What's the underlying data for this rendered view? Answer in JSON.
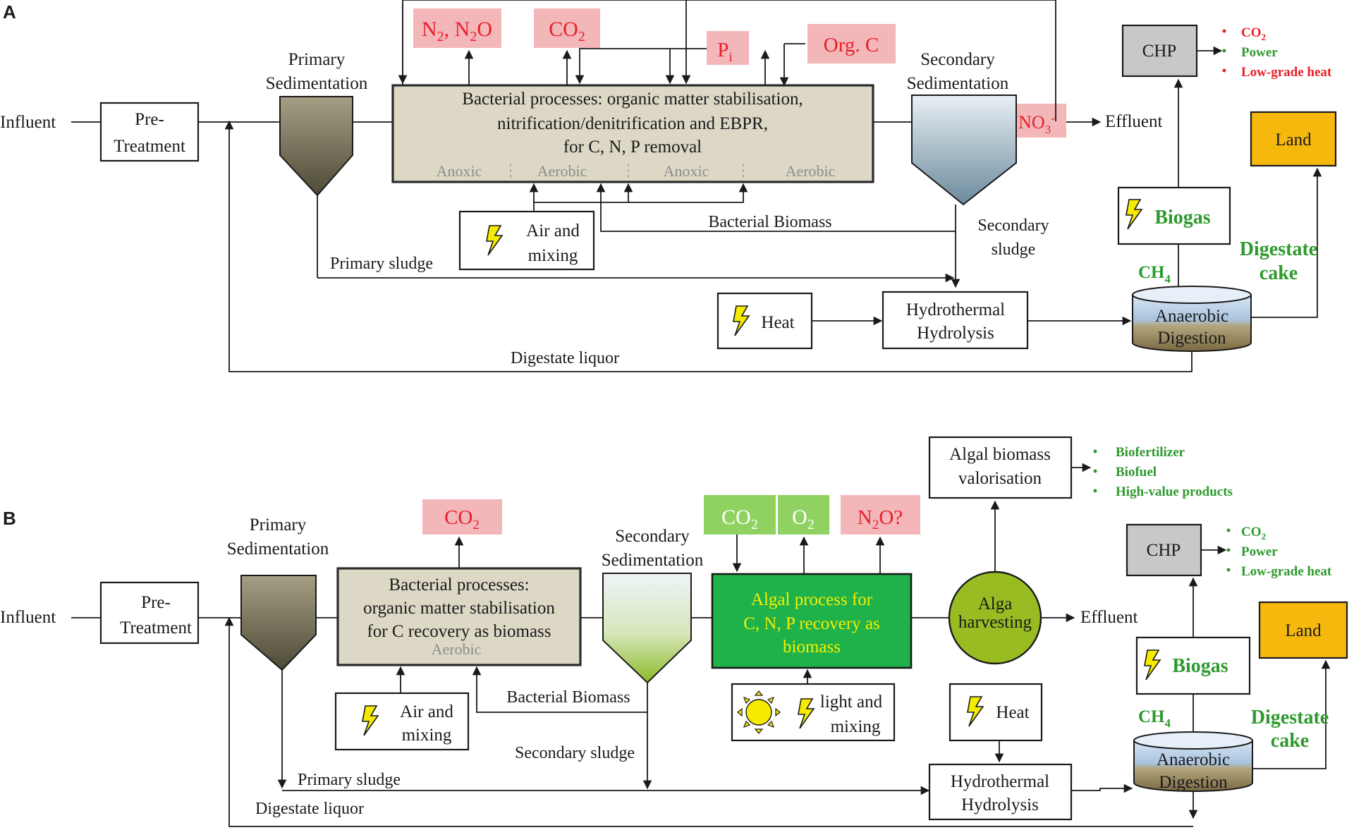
{
  "panels": {
    "a": "A",
    "b": "B"
  },
  "top": {
    "influent": "Influent",
    "pretreat": [
      "Pre-",
      "Treatment"
    ],
    "primary_sed": [
      "Primary",
      "Sedimentation"
    ],
    "bact": [
      "Bacterial processes: organic matter stabilisation,",
      "nitrification/denitrification and EBPR,",
      "for C, N, P removal"
    ],
    "zones": [
      "Anoxic",
      "Aerobic",
      "Anoxic",
      "Aerobic"
    ],
    "gases": {
      "n2_a": "N",
      "n2_b": "2",
      "n2_c": ", N",
      "n2_d": "2",
      "n2_e": "O",
      "co2_a": "CO",
      "co2_b": "2",
      "pi_a": "P",
      "pi_b": "i",
      "orgc": "Org. C",
      "no3_a": "NO",
      "no3_b": "3",
      "no3_c": "-"
    },
    "secondary_sed": [
      "Secondary",
      "Sedimentation"
    ],
    "effluent": "Effluent",
    "chp": "CHP",
    "outputs": [
      "CO",
      "2",
      "Power",
      "Low-grade heat"
    ],
    "land": "Land",
    "biogas": "Biogas",
    "ch4": [
      "CH",
      "4"
    ],
    "digestate_cake": [
      "Digestate",
      "cake"
    ],
    "air_mixing": [
      "Air and",
      "mixing"
    ],
    "bacterial_biomass": "Bacterial Biomass",
    "secondary_sludge": [
      "Secondary",
      "sludge"
    ],
    "primary_sludge": "Primary sludge",
    "heat": "Heat",
    "hydro": [
      "Hydrothermal",
      "Hydrolysis"
    ],
    "ad": [
      "Anaerobic",
      "Digestion"
    ],
    "digestate_liquor": "Digestate liquor"
  },
  "bottom": {
    "influent": "Influent",
    "pretreat": [
      "Pre-",
      "Treatment"
    ],
    "primary_sed": [
      "Primary",
      "Sedimentation"
    ],
    "bact": [
      "Bacterial processes:",
      "organic matter stabilisation",
      "for C recovery as biomass"
    ],
    "zone": "Aerobic",
    "gases": {
      "co2_a": "CO",
      "co2_b": "2",
      "co2g_a": "CO",
      "co2g_b": "2",
      "o2_a": "O",
      "o2_b": "2",
      "n2o_a": "N",
      "n2o_b": "2",
      "n2o_c": "O?"
    },
    "secondary_sed": [
      "Secondary",
      "Sedimentation"
    ],
    "algal": [
      "Algal process for",
      "C, N, P recovery as",
      "biomass"
    ],
    "alga_harvest": [
      "Alga",
      "harvesting"
    ],
    "effluent": "Effluent",
    "valor": [
      "Algal biomass",
      "valorisation"
    ],
    "valor_out": [
      "Biofertilizer",
      "Biofuel",
      "High-value products"
    ],
    "chp": "CHP",
    "outputs": [
      "CO",
      "2",
      "Power",
      "Low-grade heat"
    ],
    "land": "Land",
    "biogas": "Biogas",
    "ch4": [
      "CH",
      "4"
    ],
    "digestate_cake": [
      "Digestate",
      "cake"
    ],
    "air_mixing": [
      "Air and",
      "mixing"
    ],
    "light_mixing": [
      "light and",
      "mixing"
    ],
    "bacterial_biomass": "Bacterial Biomass",
    "secondary_sludge": "Secondary sludge",
    "primary_sludge": "Primary sludge",
    "heat": "Heat",
    "hydro": [
      "Hydrothermal",
      "Hydrolysis"
    ],
    "ad": [
      "Anaerobic",
      "Digestion"
    ],
    "digestate_liquor": "Digestate liquor"
  },
  "colors": {
    "tan": "#ddd8c6",
    "pink": "#f3b6b9",
    "red_text": "#e8202a",
    "green_text": "#2e9a2e",
    "algal_fill": "#1fb14a",
    "algal_text": "#f5f000",
    "alga_circle": "#98bc22",
    "land": "#f7b80e",
    "chp": "#c8c8c8",
    "bolt": "#f5ea00"
  }
}
